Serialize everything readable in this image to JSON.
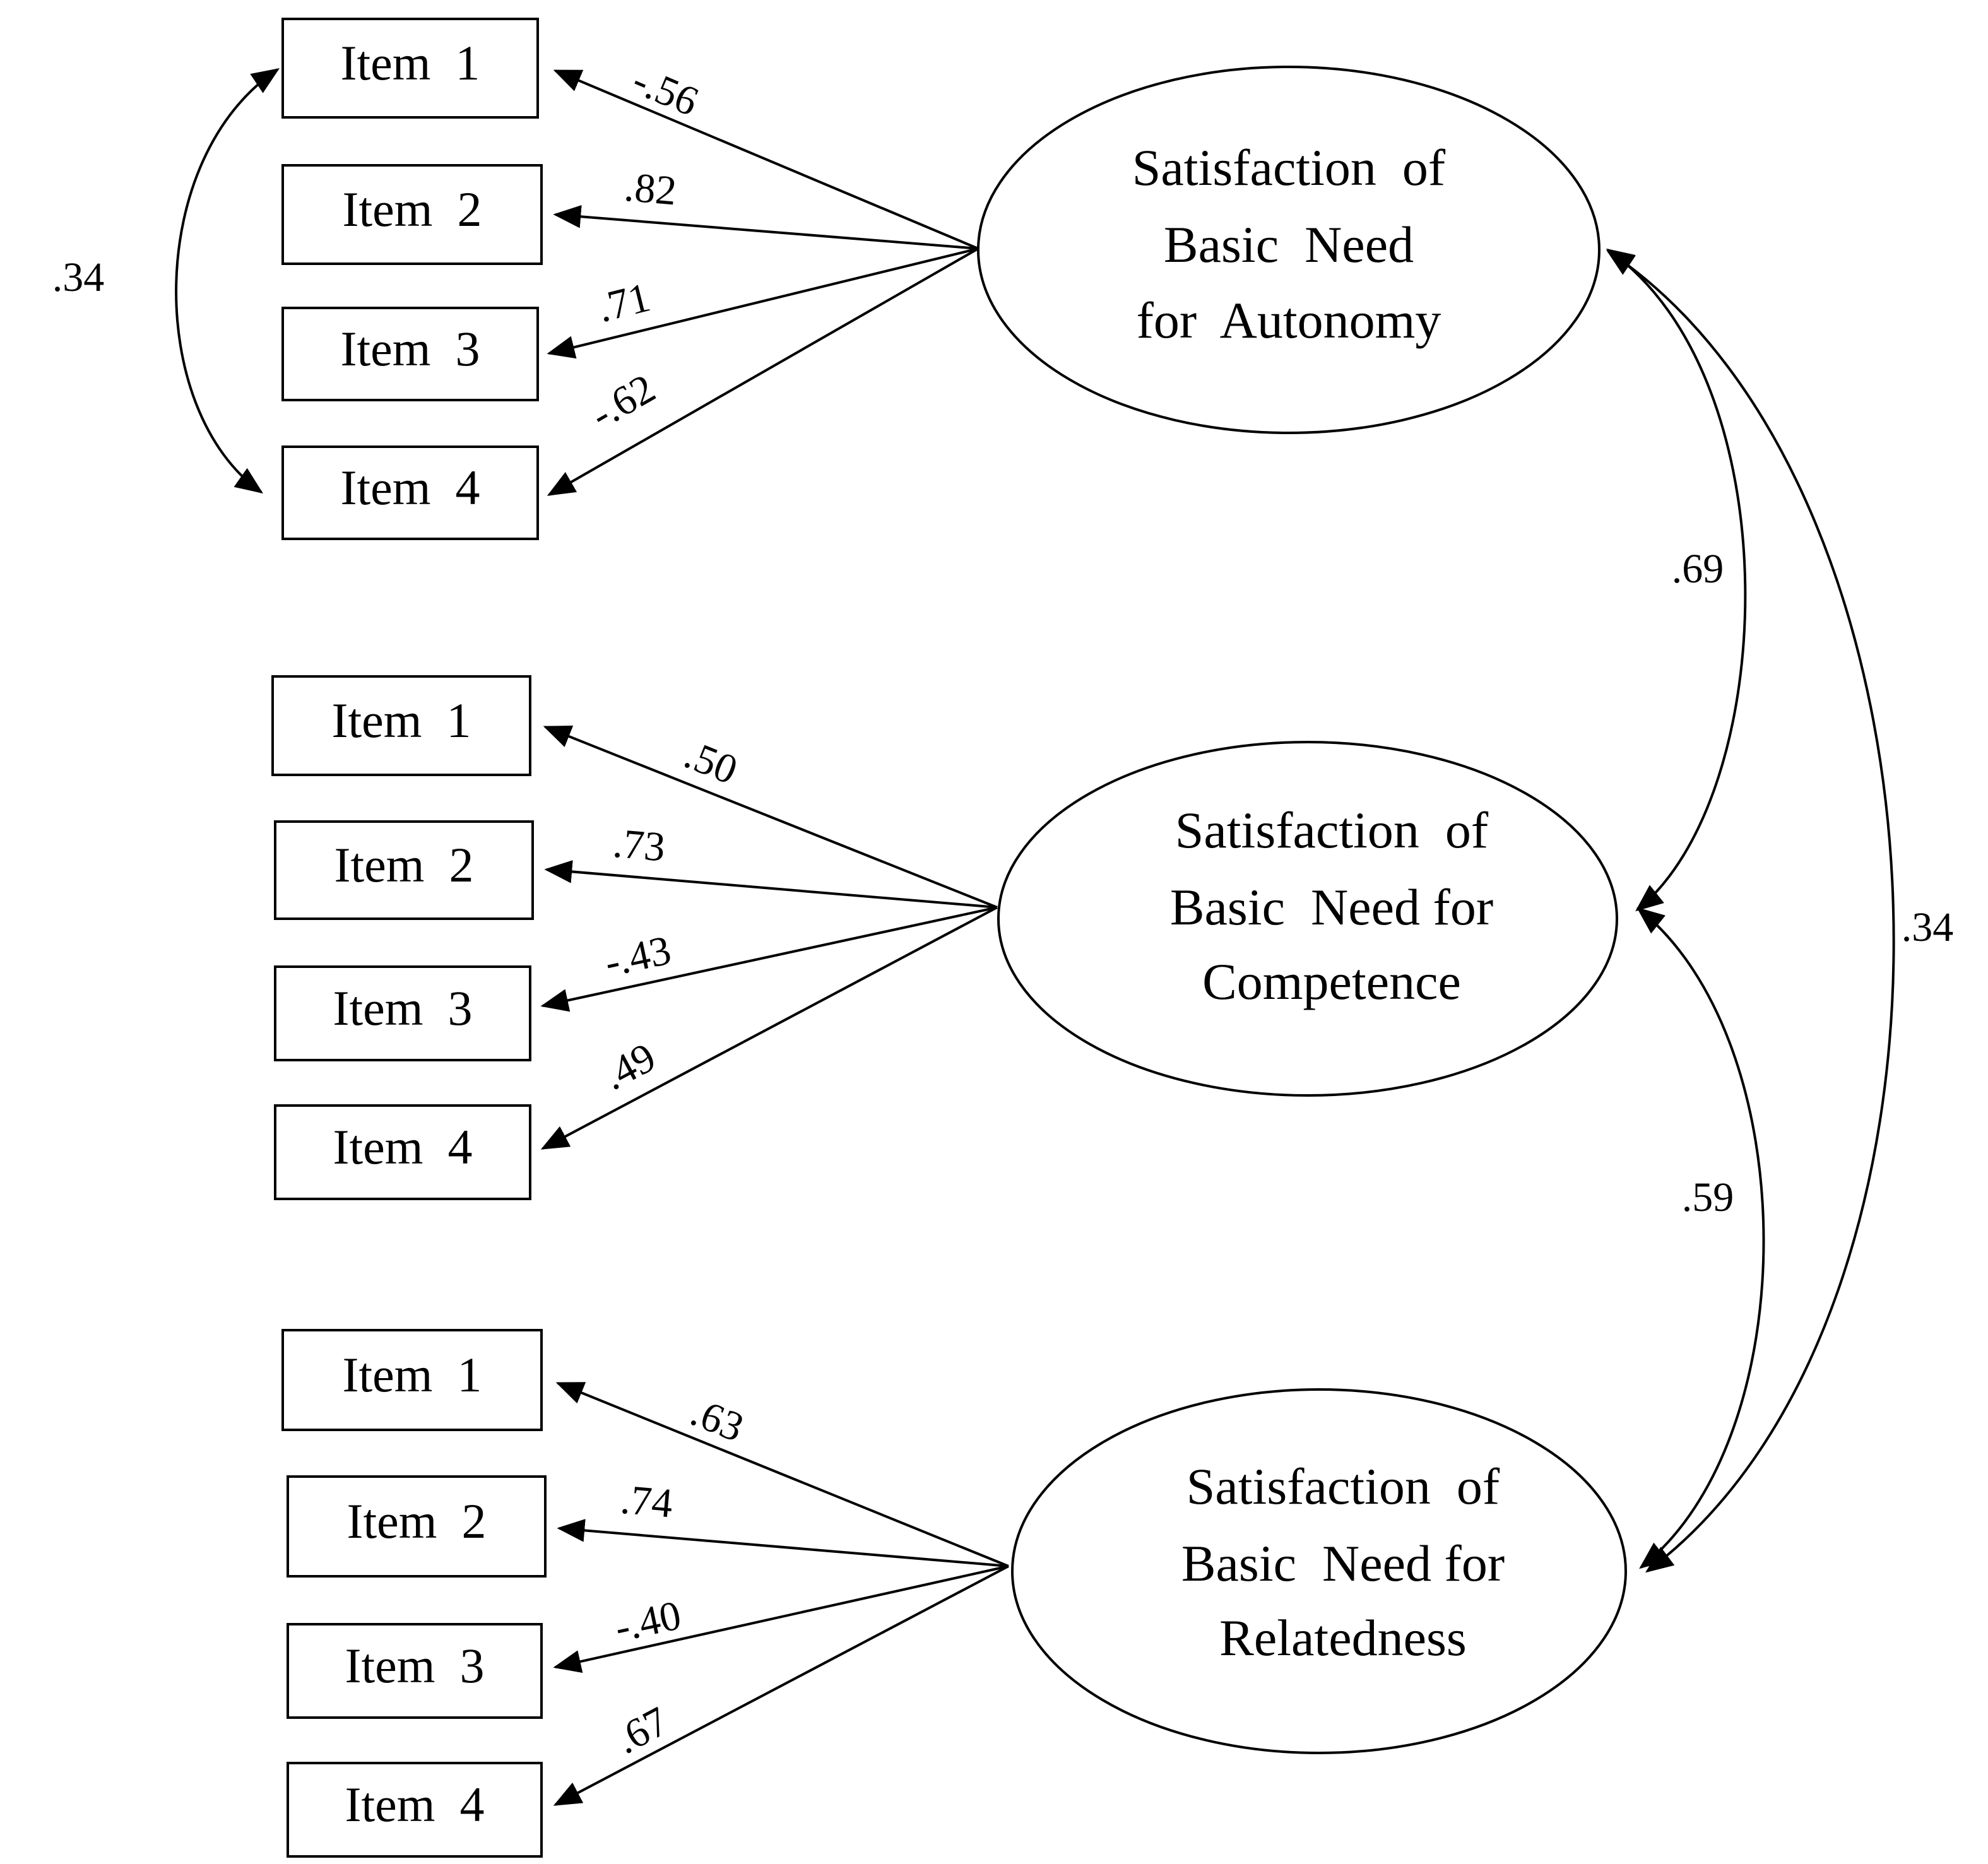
{
  "factors": [
    {
      "id": "autonomy",
      "label_lines": [
        "Satisfaction  of",
        "Basic  Need",
        "for  Autonomy"
      ],
      "items": [
        {
          "label": "Item  1",
          "loading": "-.56"
        },
        {
          "label": "Item  2",
          "loading": ".82"
        },
        {
          "label": "Item  3",
          "loading": ".71"
        },
        {
          "label": "Item  4",
          "loading": "-.62"
        }
      ]
    },
    {
      "id": "competence",
      "label_lines": [
        "Satisfaction  of",
        "Basic  Need for",
        "Competence"
      ],
      "items": [
        {
          "label": "Item  1",
          "loading": ".50"
        },
        {
          "label": "Item  2",
          "loading": ".73"
        },
        {
          "label": "Item  3",
          "loading": "-.43"
        },
        {
          "label": "Item  4",
          "loading": ".49"
        }
      ]
    },
    {
      "id": "relatedness",
      "label_lines": [
        "Satisfaction  of",
        "Basic  Need for",
        "Relatedness"
      ],
      "items": [
        {
          "label": "Item  1",
          "loading": ".63"
        },
        {
          "label": "Item  2",
          "loading": ".74"
        },
        {
          "label": "Item  3",
          "loading": "-.40"
        },
        {
          "label": "Item  4",
          "loading": ".67"
        }
      ]
    }
  ],
  "item_covariance": {
    "between": [
      "autonomy item 1",
      "autonomy item 4"
    ],
    "value": ".34"
  },
  "factor_correlations": [
    {
      "between": [
        "autonomy",
        "competence"
      ],
      "value": ".69"
    },
    {
      "between": [
        "competence",
        "relatedness"
      ],
      "value": ".59"
    },
    {
      "between": [
        "autonomy",
        "relatedness"
      ],
      "value": ".34"
    }
  ]
}
